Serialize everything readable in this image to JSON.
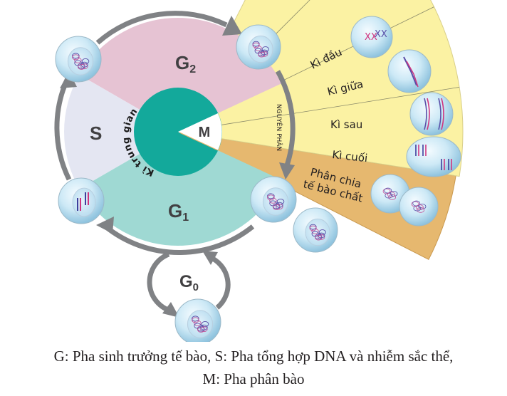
{
  "diagram": {
    "phases": {
      "g2": {
        "letter": "G",
        "sub": "2"
      },
      "s": {
        "letter": "S"
      },
      "g1": {
        "letter": "G",
        "sub": "1"
      },
      "g0": {
        "letter": "G",
        "sub": "0"
      },
      "m": {
        "letter": "M"
      }
    },
    "interphase_label": "Kì trung gian",
    "mitosis_label": "NGUYÊN PHÂN",
    "mitosis_stages": [
      {
        "label": "Kì đầu"
      },
      {
        "label": "Kì giữa"
      },
      {
        "label": "Kì sau"
      },
      {
        "label": "Kì cuối"
      }
    ],
    "cytokinesis_label_line1": "Phân chia",
    "cytokinesis_label_line2": "tế bào chất",
    "colors": {
      "g2": "#e6c3d3",
      "s": "#e4e6f2",
      "g1": "#9fd9d3",
      "interphase": "#13a99b",
      "mitosis": "#fbf2a3",
      "cytokinesis": "#e6b86f",
      "arrow": "#808285",
      "text": "#414042"
    }
  },
  "caption": {
    "line1": "G: Pha sinh trưởng tế bào, S: Pha tổng hợp DNA và nhiễm sắc thể,",
    "line2": "M: Pha phân bào"
  }
}
